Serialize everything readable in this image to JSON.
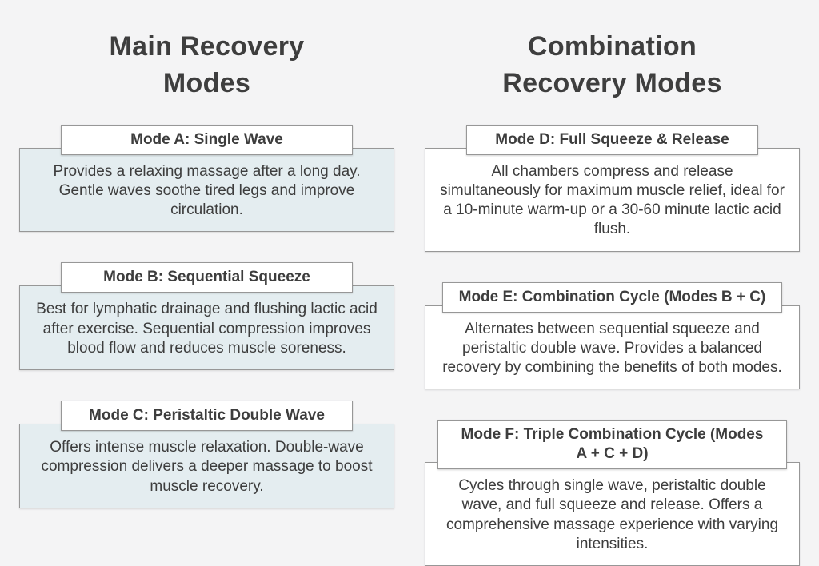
{
  "palette": {
    "page_bg": "#f4f4f5",
    "left_card_bg": "#e4edf0",
    "right_card_bg": "#ffffff",
    "card_border": "#979797",
    "text": "#3d3d3d"
  },
  "columns": [
    {
      "heading": "Main Recovery Modes",
      "cards": [
        {
          "title": "Mode A: Single Wave",
          "body": "Provides a relaxing massage after a long day. Gentle waves soothe tired legs and improve circulation."
        },
        {
          "title": "Mode B: Sequential Squeeze",
          "body": "Best for lymphatic drainage and flushing lactic acid after exercise. Sequential compression improves blood flow and reduces muscle soreness."
        },
        {
          "title": "Mode C: Peristaltic Double Wave",
          "body": "Offers intense muscle relaxation. Double-wave compression delivers a deeper massage to boost muscle recovery."
        }
      ]
    },
    {
      "heading": "Combination Recovery Modes",
      "cards": [
        {
          "title": "Mode D: Full Squeeze & Release",
          "body": "All chambers compress and release simultaneously for maximum muscle relief, ideal for a 10-minute warm-up or a 30-60 minute lactic acid flush."
        },
        {
          "title": "Mode E: Combination Cycle (Modes B + C)",
          "body": "Alternates between sequential squeeze and peristaltic double wave. Provides a balanced recovery by combining the benefits of both modes."
        },
        {
          "title": "Mode F: Triple Combination Cycle (Modes A + C + D)",
          "body": "Cycles through single wave, peristaltic double wave, and full squeeze and release. Offers a comprehensive massage experience with varying intensities."
        }
      ]
    }
  ]
}
